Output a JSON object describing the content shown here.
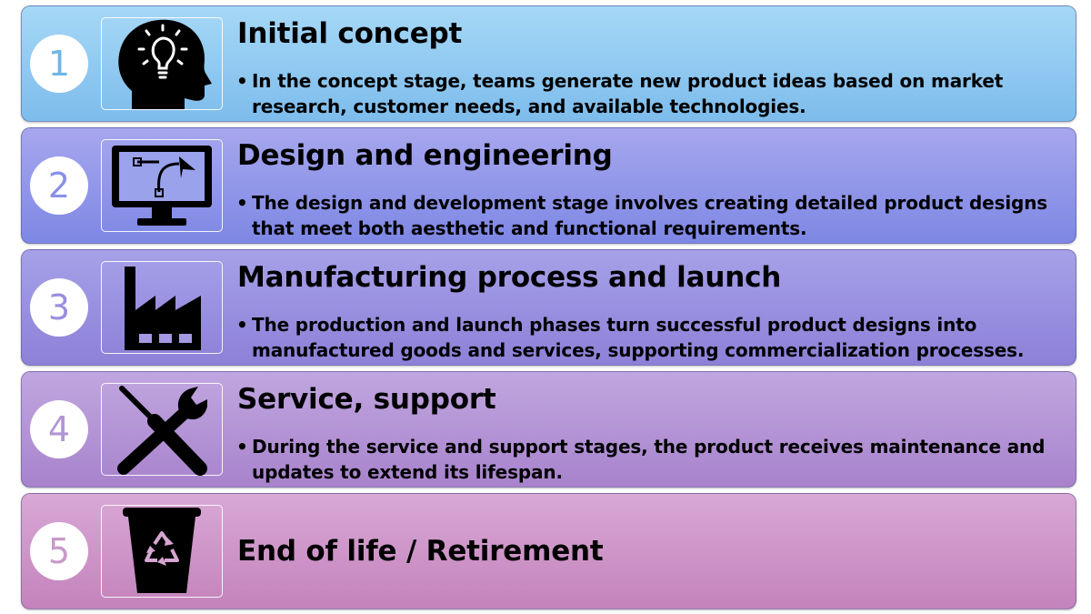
{
  "stages": [
    {
      "number": "1",
      "title": "Initial concept",
      "description": "In the concept stage, teams generate new product ideas based on market research, customer needs, and available technologies.",
      "icon": "lightbulb-head-icon",
      "gradient": [
        "#a6d8f6",
        "#7dbcec"
      ],
      "number_color": "#6fb6e6"
    },
    {
      "number": "2",
      "title": "Design and engineering",
      "description": "The design and development stage involves creating detailed product designs that meet both aesthetic and functional requirements.",
      "icon": "monitor-bezier-icon",
      "gradient": [
        "#a7a7ee",
        "#7d87e4"
      ],
      "number_color": "#8890e6"
    },
    {
      "number": "3",
      "title": "Manufacturing process and launch",
      "description": "The production and launch phases turn successful product designs into manufactured goods and services, supporting commercialization processes.",
      "icon": "factory-icon",
      "gradient": [
        "#a6a1e8",
        "#8d80d8"
      ],
      "number_color": "#9a8ee0"
    },
    {
      "number": "4",
      "title": "Service, support",
      "description": "During the service and support stages, the product receives maintenance and updates to extend its lifespan.",
      "icon": "wrench-screwdriver-icon",
      "gradient": [
        "#c0a6e0",
        "#a883cc"
      ],
      "number_color": "#b196d6"
    },
    {
      "number": "5",
      "title": "End of life / Retirement",
      "description": "",
      "icon": "recycle-bin-icon",
      "gradient": [
        "#d8a8d6",
        "#c483bb"
      ],
      "number_color": "#c99ac9"
    }
  ]
}
